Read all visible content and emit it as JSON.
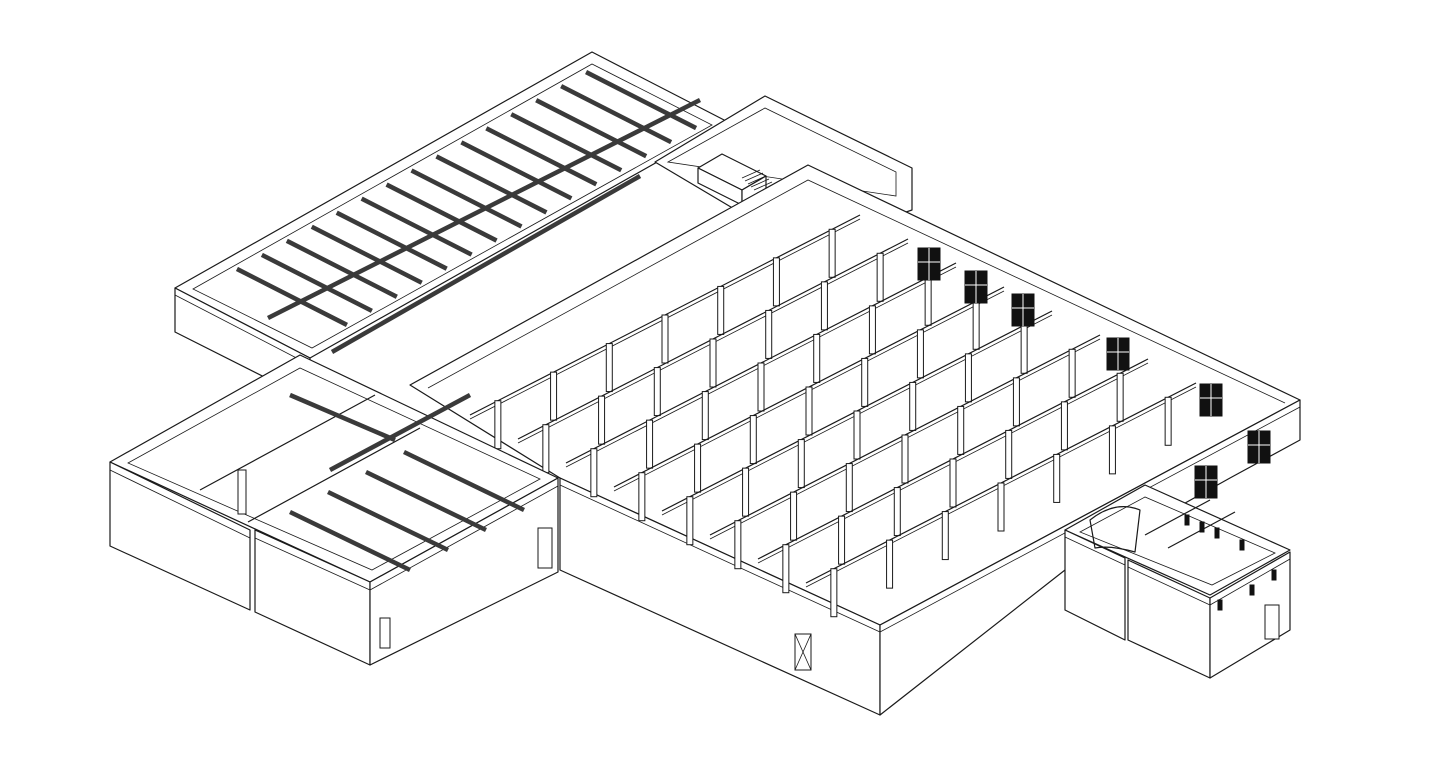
{
  "canvas": {
    "background": "#ffffff",
    "line_color": "#1a1a1a"
  },
  "model": {
    "view": "isometric",
    "wings": [
      {
        "name": "rear-wing",
        "roof_framing": "dark-steel-grid"
      },
      {
        "name": "stair-core",
        "features": [
          "stair",
          "lift-shaft"
        ]
      },
      {
        "name": "main-hall",
        "column_rows": 8,
        "arched_windows": true
      },
      {
        "name": "left-annex",
        "roof_framing": "dark-steel-beams"
      },
      {
        "name": "front-right-annex",
        "features": [
          "stair"
        ]
      }
    ]
  }
}
